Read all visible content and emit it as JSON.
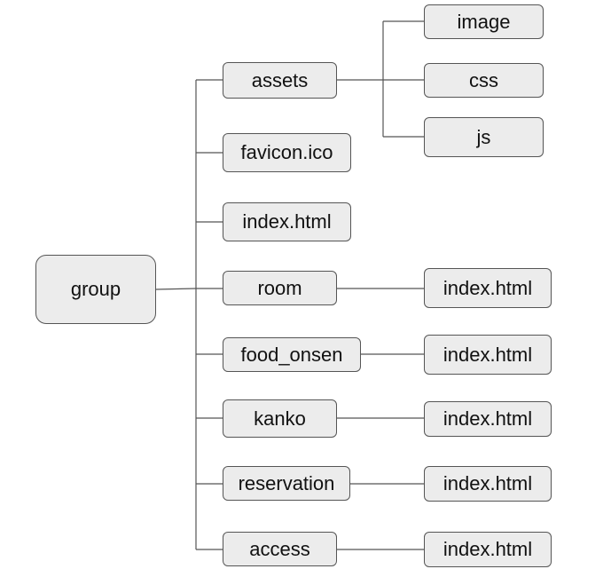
{
  "tree": {
    "root": "group",
    "children": [
      {
        "label": "assets",
        "children": [
          "image",
          "css",
          "js"
        ]
      },
      {
        "label": "favicon.ico",
        "children": []
      },
      {
        "label": "index.html",
        "children": []
      },
      {
        "label": "room",
        "children": [
          "index.html"
        ]
      },
      {
        "label": "food_onsen",
        "children": [
          "index.html"
        ]
      },
      {
        "label": "kanko",
        "children": [
          "index.html"
        ]
      },
      {
        "label": "reservation",
        "children": [
          "index.html"
        ]
      },
      {
        "label": "access",
        "children": [
          "index.html"
        ]
      }
    ]
  },
  "colors": {
    "node_fill": "#ececec",
    "node_border": "#555555",
    "line": "#555555"
  }
}
